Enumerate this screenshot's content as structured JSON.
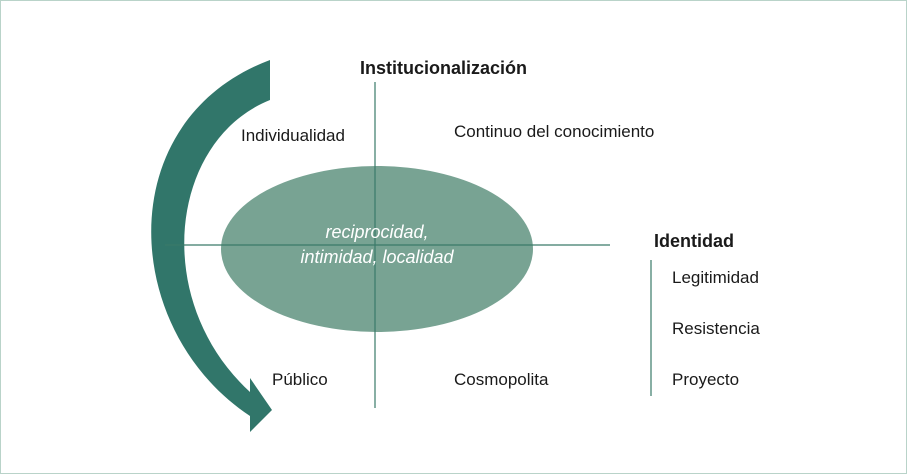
{
  "axes": {
    "vertical_title": "Institucionalización",
    "horizontal_title": "Identidad"
  },
  "quadrants": {
    "top_left": "Individualidad",
    "top_right": "Continuo del conocimiento",
    "bottom_left": "Público",
    "bottom_right": "Cosmopolita"
  },
  "center": {
    "line1": "reciprocidad,",
    "line2": "intimidad, localidad"
  },
  "identity_items": [
    "Legitimidad",
    "Resistencia",
    "Proyecto"
  ],
  "colors": {
    "ellipse": "#78a393",
    "arrow": "#31766a",
    "axis": "#3a7a69",
    "frame": "#b9d3c9"
  }
}
